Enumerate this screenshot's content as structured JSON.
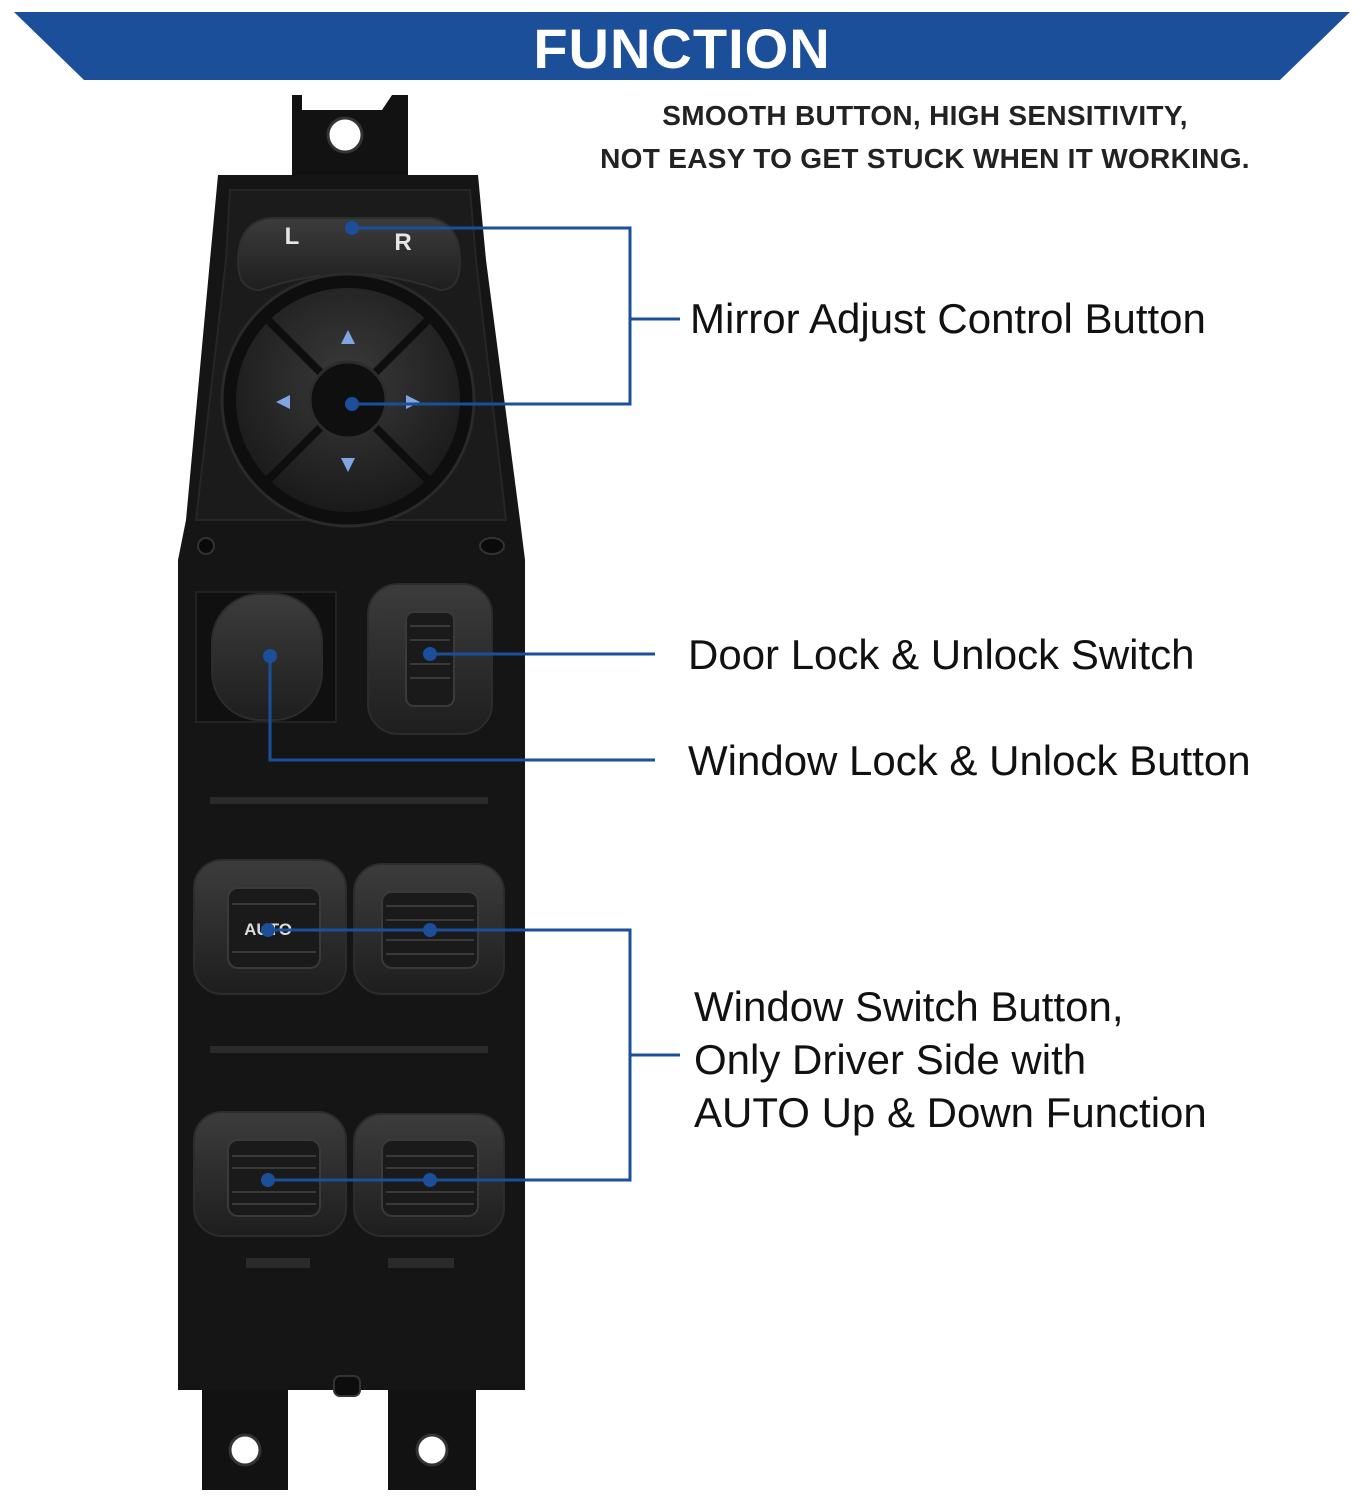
{
  "banner": {
    "title": "FUNCTION",
    "color": "#1c4f99"
  },
  "subtitle": {
    "line1": "SMOOTH BUTTON, HIGH SENSITIVITY,",
    "line2": "NOT EASY TO GET STUCK WHEN IT WORKING."
  },
  "device": {
    "mirror_selector": {
      "left": "L",
      "right": "R"
    },
    "auto_label": "AUTO",
    "body_color": "#151515",
    "leader_color": "#1c4f99"
  },
  "callouts": {
    "mirror": "Mirror Adjust Control Button",
    "door_lock": "Door Lock & Unlock Switch",
    "window_lock": "Window Lock & Unlock Button",
    "window_switch": {
      "line1": "Window Switch Button,",
      "line2": "Only Driver Side with",
      "line3": "AUTO Up & Down Function"
    }
  }
}
